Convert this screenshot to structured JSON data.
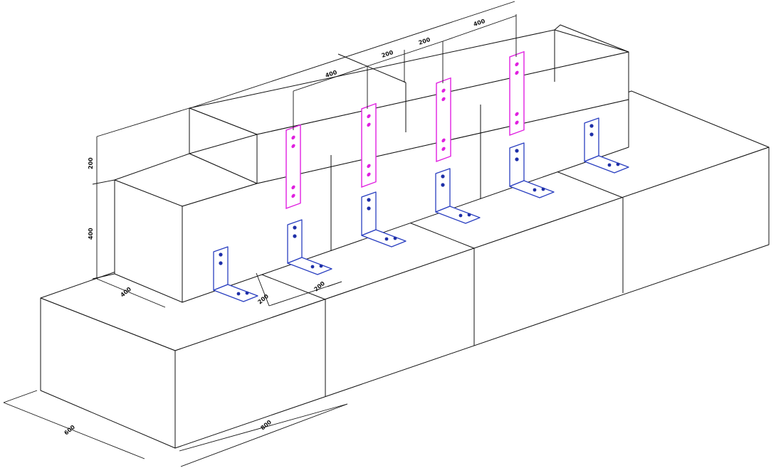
{
  "drawing": {
    "dimensions": {
      "top_span_right": "400",
      "top_gap_left": "200",
      "top_gap_right": "200",
      "top_span_left": "400",
      "height_upper": "200",
      "height_lower": "400",
      "depth_upper_block": "400",
      "bracket_spacing_a": "200",
      "bracket_spacing_b": "200",
      "base_depth": "600",
      "base_length": "800"
    },
    "colors": {
      "lines": "#111111",
      "connector_plate": "#e020e0",
      "angle_bracket": "#2a3fc0"
    }
  }
}
